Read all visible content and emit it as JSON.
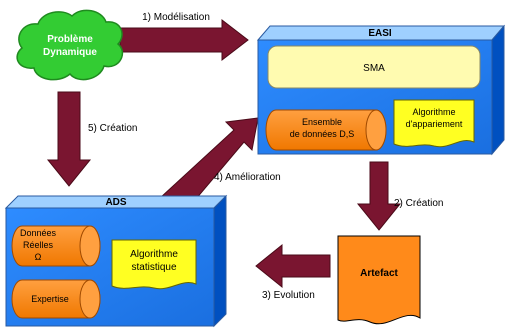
{
  "cloud": {
    "line1": "Problème",
    "line2": "Dynamique"
  },
  "easi": {
    "title": "EASI",
    "sma": "SMA",
    "dataset_line1": "Ensemble",
    "dataset_line2": "de données D,S",
    "algo_line1": "Algorithme",
    "algo_line2": "d'appariement"
  },
  "ads": {
    "title": "ADS",
    "real_line1": "Données",
    "real_line2": "Réelles",
    "real_line3": "Ω",
    "expertise": "Expertise",
    "algo_line1": "Algorithme",
    "algo_line2": "statistique"
  },
  "artefact": {
    "label": "Artefact"
  },
  "arrows": {
    "modelisation": "1) Modélisation",
    "creation2": "2) Création",
    "evolution": "3) Evolution",
    "amelioration": "4) Amélioration",
    "creation5": "5) Création"
  },
  "colors": {
    "box_front": "#1a80ff",
    "box_top": "#9fd0ff",
    "box_side": "#0050c0",
    "sma_fill": "#fffbb0",
    "cylinder": "#ff8a1a",
    "note": "#ffff22",
    "cloud": "#33cc33",
    "arrow": "#7a1530"
  }
}
